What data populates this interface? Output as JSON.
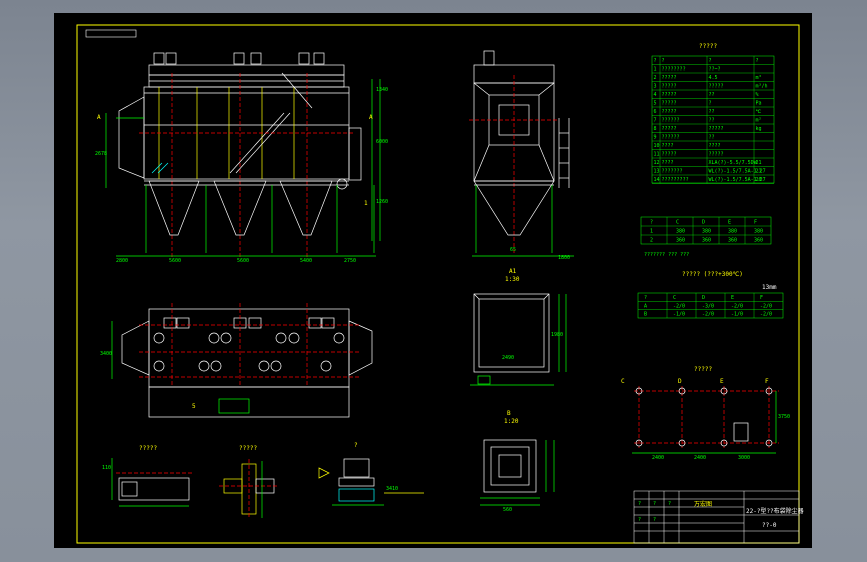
{
  "colors": {
    "sheet": "#000000",
    "frame": "#ffff00",
    "outline": "#ffffff",
    "dim": "#00ff00",
    "center": "#ff0000",
    "hatch": "#00ffff",
    "text": "#ffff00"
  },
  "front_view": {
    "dims_bottom": [
      "2800",
      "5600",
      "5600",
      "5400",
      "2750"
    ],
    "dims_right": [
      "1340",
      "6000",
      "1260"
    ],
    "dim_left": "2678",
    "section": "A",
    "detail_mark": "1"
  },
  "side_view": {
    "dim_bottom": "65",
    "dim_right": "1800"
  },
  "plan_view": {
    "dim_left": "3400",
    "label": "5"
  },
  "section_a": {
    "title": "A1",
    "scale": "1:30",
    "dims": [
      "2490",
      "1980"
    ]
  },
  "section_b": {
    "title": "B",
    "scale": "1:20",
    "dims": [
      "560"
    ]
  },
  "details": {
    "t1": "?????",
    "t2": "?????",
    "t3": "?",
    "dim_t1": "110",
    "dim_t2": "3410"
  },
  "param_table": {
    "title": "?????",
    "header": [
      "?",
      "?",
      "?",
      "?"
    ],
    "rows": [
      [
        "1",
        "????????",
        "??~?",
        ""
      ],
      [
        "2",
        "?????",
        "4.5",
        "m³"
      ],
      [
        "3",
        "?????",
        "?????",
        "m³/h"
      ],
      [
        "4",
        "?????",
        "??",
        "%"
      ],
      [
        "5",
        "?????",
        "?",
        "Pa"
      ],
      [
        "6",
        "?????",
        "??",
        "℃"
      ],
      [
        "7",
        "??????",
        "??",
        "m²"
      ],
      [
        "8",
        "?????",
        "?????",
        "kg"
      ],
      [
        "9",
        "??????",
        "??",
        ""
      ],
      [
        "10",
        "????",
        "????",
        ""
      ],
      [
        "11",
        "?????",
        "?????",
        ""
      ],
      [
        "12",
        "????",
        "XLA(?)-5.5/7.5DW",
        "21"
      ],
      [
        "13",
        "???????",
        "WL(?)-1.5/7.5A-1.27",
        "21"
      ],
      [
        "14",
        "?????????",
        "WL(?)-1.5/7.5A-1.27",
        "20"
      ]
    ]
  },
  "small_table": {
    "header": [
      "?",
      "C",
      "D",
      "E",
      "F"
    ],
    "rows": [
      [
        "1",
        "380",
        "380",
        "380",
        "380"
      ],
      [
        "2",
        "360",
        "360",
        "360",
        "360"
      ]
    ],
    "note": "???????  ???  ???"
  },
  "temp_table": {
    "title": "?????  (???+300℃)",
    "unit": "13mm",
    "header": [
      "?",
      "C",
      "D",
      "E",
      "F"
    ],
    "rows": [
      [
        "A",
        "-2/0",
        "-3/0",
        "-2/0",
        "-2/0"
      ],
      [
        "B",
        "-1/0",
        "-2/0",
        "-1/0",
        "-2/0"
      ]
    ]
  },
  "foundation": {
    "title": "?????",
    "cols": [
      "C",
      "D",
      "E",
      "F"
    ],
    "dims": [
      "2400",
      "2400",
      "3000"
    ],
    "side": "3750"
  },
  "title_block": {
    "name": "万宏图",
    "drawing": "22-?型??布袋除尘器",
    "code": "??-0",
    "cells": [
      "?",
      "?",
      "?",
      "?",
      "?"
    ]
  }
}
